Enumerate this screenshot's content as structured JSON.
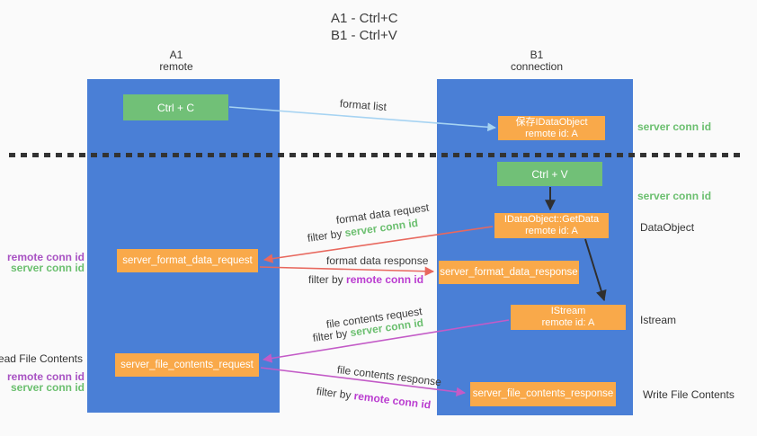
{
  "title": {
    "line1": "A1 - Ctrl+C",
    "line2": "B1 - Ctrl+V"
  },
  "lanes": {
    "left": {
      "title": "A1",
      "subtitle": "remote"
    },
    "right": {
      "title": "B1",
      "subtitle": "connection"
    }
  },
  "nodes": {
    "ctrl_c": {
      "label": "Ctrl + C"
    },
    "ctrl_v": {
      "label": "Ctrl + V"
    },
    "save_idataobject": {
      "line1": "保存IDataObject",
      "line2": "remote id: A"
    },
    "idataobject_getdata": {
      "line1": "IDataObject::GetData",
      "line2": "remote id: A"
    },
    "istream": {
      "line1": "IStream",
      "line2": "remote id: A"
    },
    "server_format_data_request": {
      "label": "server_format_data_request"
    },
    "server_format_data_response": {
      "label": "server_format_data_response"
    },
    "server_file_contents_request": {
      "label": "server_file_contents_request"
    },
    "server_file_contents_response": {
      "label": "server_file_contents_response"
    }
  },
  "edge_labels": {
    "format_list": "format list",
    "format_data_request": "format data request",
    "format_data_response": "format data response",
    "file_contents_request": "file contents request",
    "file_contents_response": "file contents response",
    "filter_by": "filter by",
    "server_conn_id": "server conn id",
    "remote_conn_id": "remote conn id"
  },
  "annotations": {
    "right": {
      "server_conn_id_top": "server conn id",
      "server_conn_id_mid": "server conn id",
      "dataobject": "DataObject",
      "istream": "Istream",
      "write_file_contents": "Write File Contents"
    },
    "left": {
      "remote_conn_id_format": "remote conn id",
      "server_conn_id_format": "server conn id",
      "read_file_contents": "Read File Contents",
      "remote_conn_id_file": "remote conn id",
      "server_conn_id_file": "server conn id"
    }
  },
  "colors": {
    "background": "#fafafa",
    "lane_blue": "#4a7fd6",
    "node_green": "#71c077",
    "node_orange": "#f9a94a",
    "label_green": "#6bbf6f",
    "label_purple": "#a852c3",
    "label_magenta": "#ba3cd0",
    "arrow_light_blue": "#a6d3f2",
    "arrow_red": "#e8685e",
    "arrow_magenta": "#c35bc7",
    "arrow_black": "#2f2f2f",
    "separator_black": "#333333"
  }
}
